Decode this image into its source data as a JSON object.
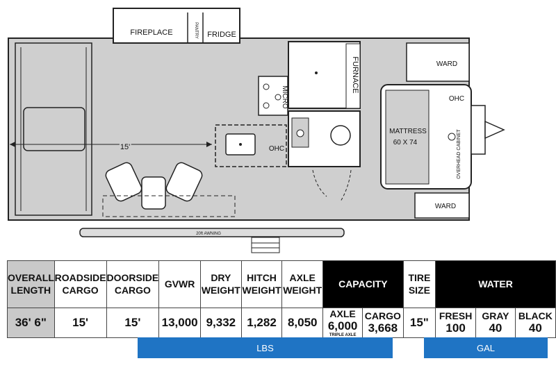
{
  "floorplan": {
    "fireplace": "FIREPLACE",
    "pantry": "PANTRY",
    "fridge": "FRIDGE",
    "micro": "MICRO",
    "furnace": "FURNACE",
    "ward_top": "WARD",
    "ward_bottom": "WARD",
    "ohc_right": "OHC",
    "ohc_kitchen": "OHC",
    "mattress": "MATTRESS",
    "mattress_size": "60 X 74",
    "overhead_cabinet": "OVERHEAD CABINET",
    "dimension": "15'",
    "awning": "20ft AWNING"
  },
  "specs": {
    "overall_length": {
      "label": "OVERALL LENGTH",
      "value": "36' 6\""
    },
    "roadside_cargo": {
      "label": "ROADSIDE CARGO",
      "value": "15'"
    },
    "doorside_cargo": {
      "label": "DOORSIDE CARGO",
      "value": "15'"
    },
    "gvwr": {
      "label": "GVWR",
      "value": "13,000"
    },
    "dry_weight": {
      "label": "DRY WEIGHT",
      "value": "9,332"
    },
    "hitch_weight": {
      "label": "HITCH WEIGHT",
      "value": "1,282"
    },
    "axle_weight": {
      "label": "AXLE WEIGHT",
      "value": "8,050"
    },
    "capacity": {
      "label": "CAPACITY",
      "axle": {
        "label": "AXLE",
        "value": "6,000",
        "note": "TRIPLE AXLE"
      },
      "cargo": {
        "label": "CARGO",
        "value": "3,668"
      }
    },
    "tire_size": {
      "label": "TIRE SIZE",
      "value": "15\""
    },
    "water": {
      "label": "WATER",
      "fresh": {
        "label": "FRESH",
        "value": "100"
      },
      "gray": {
        "label": "GRAY",
        "value": "40"
      },
      "black": {
        "label": "BLACK",
        "value": "40"
      }
    },
    "units_lbs": "LBS",
    "units_gal": "GAL"
  },
  "colors": {
    "floor": "#cfcfcf",
    "unit_bar": "#1f74c4",
    "header_black": "#000000",
    "highlight_grey": "#c9c9c9"
  }
}
